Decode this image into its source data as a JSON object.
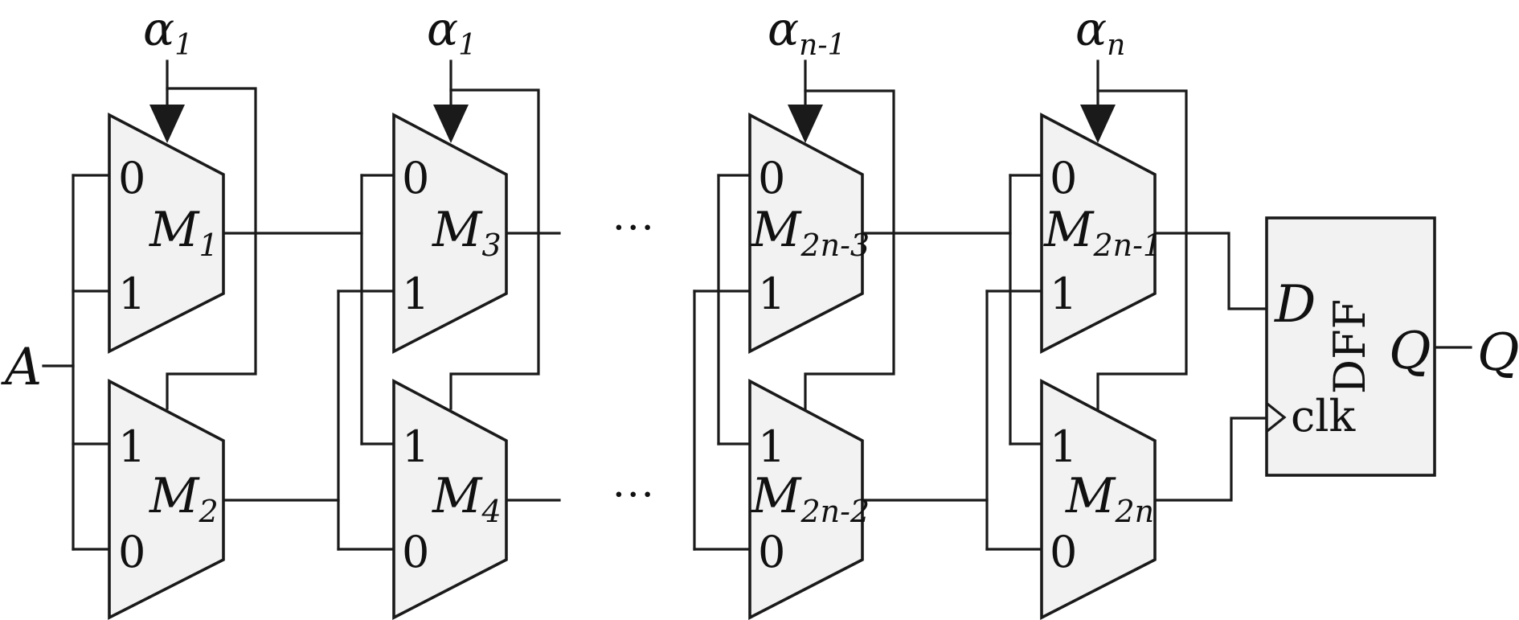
{
  "diagram": {
    "input_label": "A",
    "output_label": "Q",
    "ellipsis": "···",
    "selects": [
      {
        "base": "α",
        "sub": "1"
      },
      {
        "base": "α",
        "sub": "1"
      },
      {
        "base": "α",
        "sub": "n-1"
      },
      {
        "base": "α",
        "sub": "n"
      }
    ],
    "muxes": [
      {
        "name": "M",
        "sub": "1",
        "top_port": "0",
        "bottom_port": "1"
      },
      {
        "name": "M",
        "sub": "2",
        "top_port": "1",
        "bottom_port": "0"
      },
      {
        "name": "M",
        "sub": "3",
        "top_port": "0",
        "bottom_port": "1"
      },
      {
        "name": "M",
        "sub": "4",
        "top_port": "1",
        "bottom_port": "0"
      },
      {
        "name": "M",
        "sub": "2n-3",
        "top_port": "0",
        "bottom_port": "1"
      },
      {
        "name": "M",
        "sub": "2n-2",
        "top_port": "1",
        "bottom_port": "0"
      },
      {
        "name": "M",
        "sub": "2n-1",
        "top_port": "0",
        "bottom_port": "1"
      },
      {
        "name": "M",
        "sub": "2n",
        "top_port": "1",
        "bottom_port": "0"
      }
    ],
    "dff": {
      "title": "DFF",
      "d": "D",
      "q": "Q",
      "clk": "clk"
    }
  }
}
